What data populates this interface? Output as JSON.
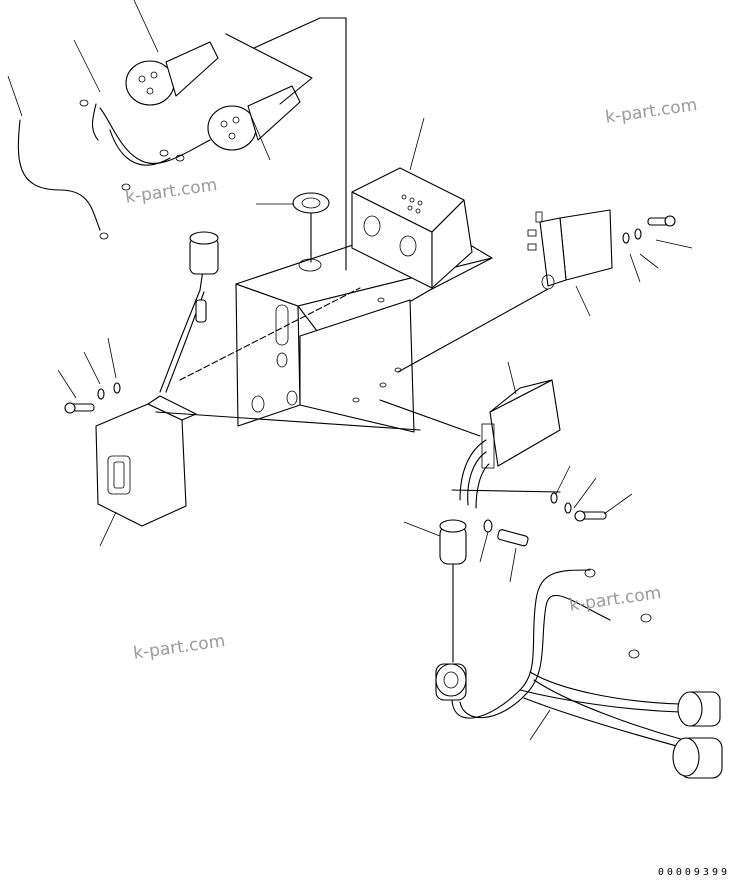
{
  "watermarks": [
    "k-part.com",
    "k-part.com",
    "k-part.com",
    "k-part.com"
  ],
  "drawing_code": "00009399"
}
